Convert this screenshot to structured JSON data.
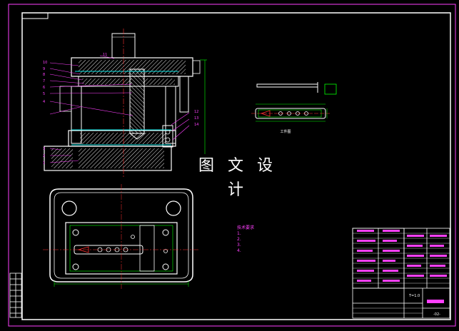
{
  "watermark": "图 文 设 计",
  "notes": {
    "title": "技术要求",
    "lines": [
      "1.",
      "2.",
      "3.",
      "4."
    ]
  },
  "callouts_left": [
    "10",
    "9",
    "8",
    "7",
    "6",
    "5",
    "4",
    "3",
    "2",
    "1",
    "11",
    "12",
    "13",
    "14"
  ],
  "part_view_label": "工件图",
  "title_block": {
    "text1": "T=1.0",
    "sheet": "-02-"
  },
  "colors": {
    "border": "#ffffff",
    "frame": "#ffffff",
    "section": "#00e0e0",
    "hatch": "#ffffff",
    "centerline": "#ff3030",
    "dimension": "#00ff00",
    "annotation": "#ff40ff",
    "part": "#00ff00"
  }
}
